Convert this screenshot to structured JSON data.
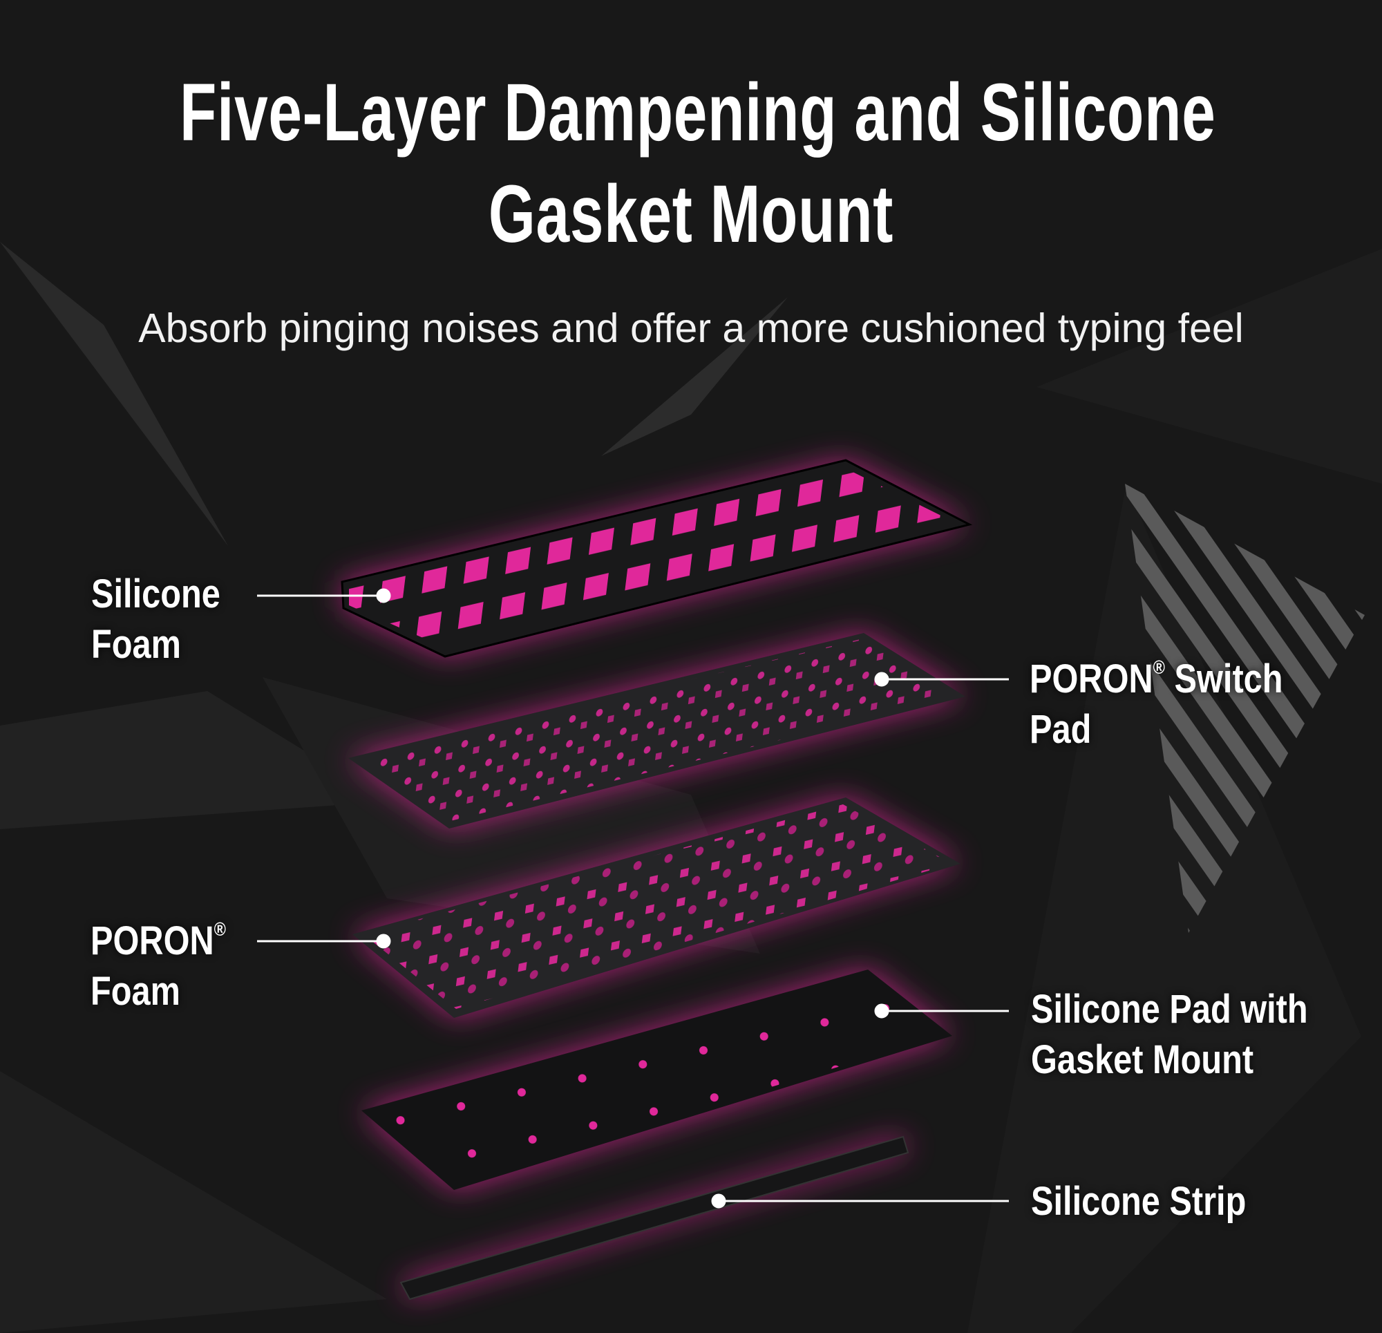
{
  "title": {
    "line1": "Five-Layer Dampening and Silicone",
    "line2": "Gasket Mount"
  },
  "subtitle": "Absorb pinging noises and offer a more cushioned typing feel",
  "labels": {
    "silicone_foam": {
      "line1": "Silicone",
      "line2": "Foam"
    },
    "poron_switch_pad": {
      "line1a": "PORON",
      "reg": "®",
      "line1b": " Switch",
      "line2": "Pad"
    },
    "poron_foam": {
      "line1": "PORON",
      "reg": "®",
      "line2": "Foam"
    },
    "silicone_pad_gasket": {
      "line1": "Silicone Pad with",
      "line2": "Gasket Mount"
    },
    "silicone_strip": {
      "line1": "Silicone Strip"
    }
  },
  "colors": {
    "accent": "#e0289a",
    "background": "#181818",
    "layer": "#1c1c1e"
  }
}
